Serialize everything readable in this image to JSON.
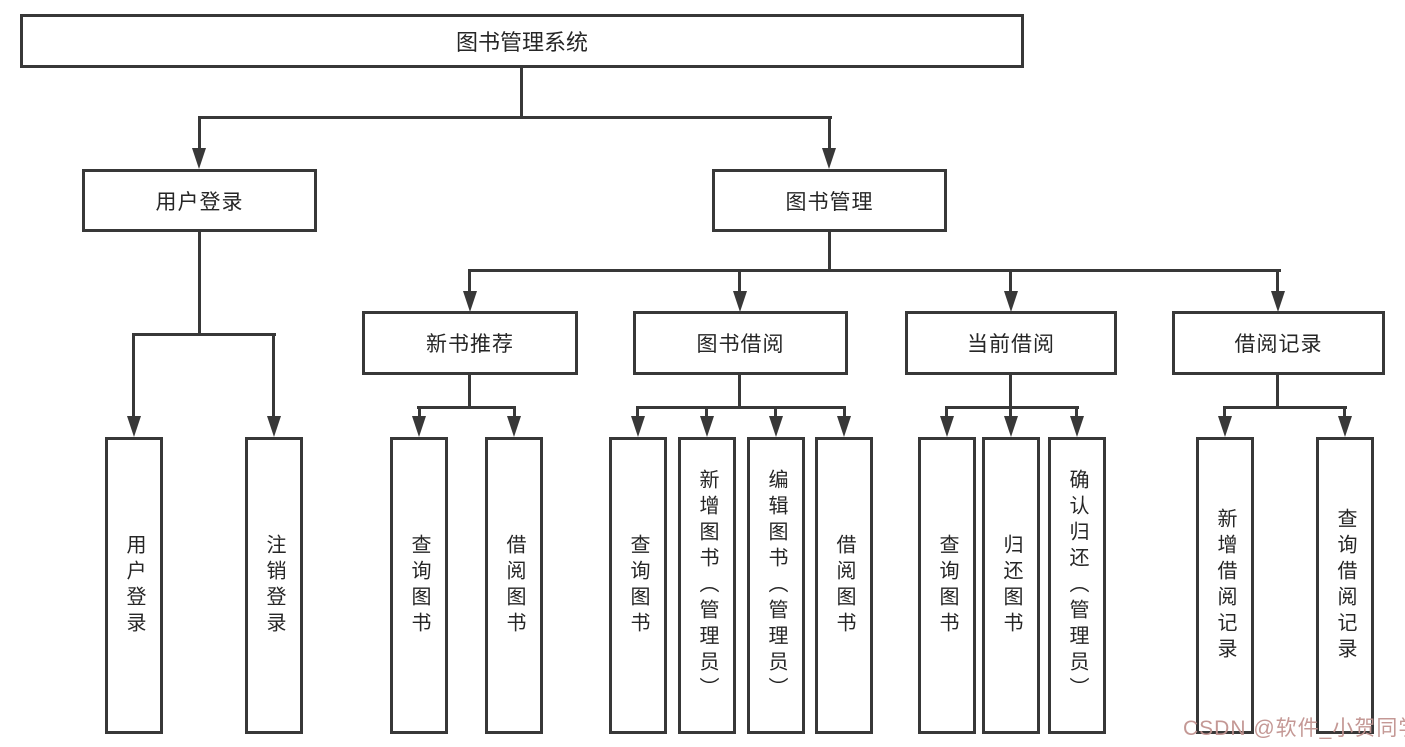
{
  "tree": {
    "root": "图书管理系统",
    "user_login": "用户登录",
    "book_management": "图书管理",
    "login_children": [
      "用户登录",
      "注销登录"
    ],
    "modules": [
      {
        "label": "新书推荐",
        "children": [
          "查询图书",
          "借阅图书"
        ]
      },
      {
        "label": "图书借阅",
        "children": [
          "查询图书",
          "新增图书（管理员）",
          "编辑图书（管理员）",
          "借阅图书"
        ]
      },
      {
        "label": "当前借阅",
        "children": [
          "查询图书",
          "归还图书",
          "确认归还（管理员）"
        ]
      },
      {
        "label": "借阅记录",
        "children": [
          "新增借阅记录",
          "查询借阅记录"
        ]
      }
    ]
  },
  "watermark": "CSDN @软件_小贺同学",
  "colors": {
    "line": "#383838",
    "text": "#262626",
    "background": "#ffffff",
    "watermark_tint": "#c19290"
  }
}
